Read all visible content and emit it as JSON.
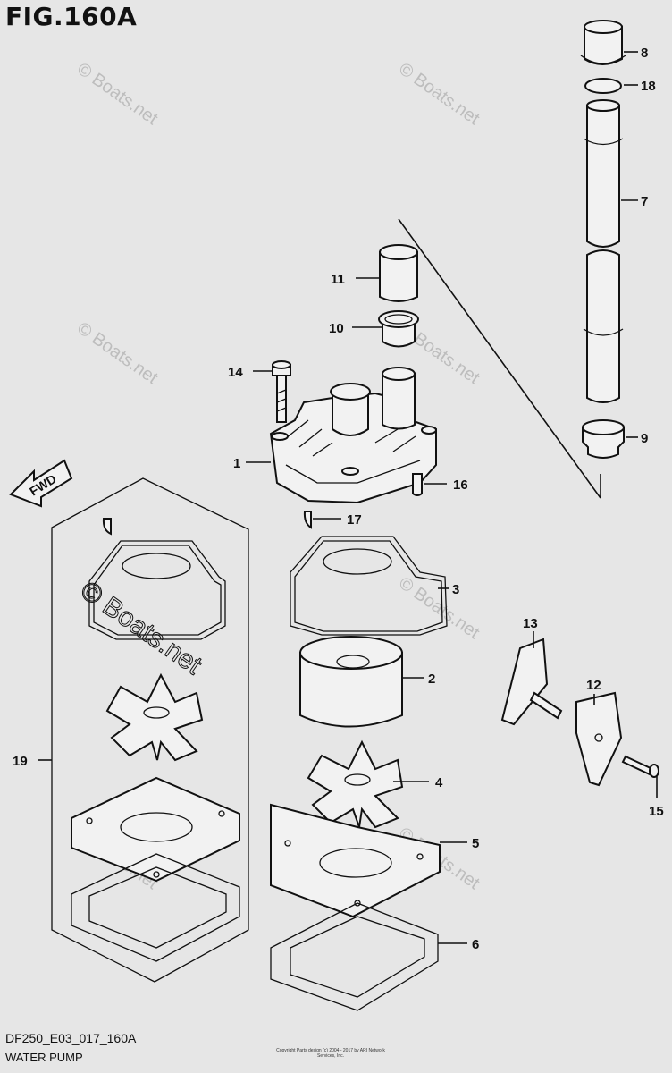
{
  "header": {
    "title": "FIG.160A"
  },
  "footer": {
    "code": "DF250_E03_017_160A",
    "name": "WATER PUMP",
    "copyright": "Copyright Parts design (c) 2004 - 2017 by ARI Network Services, Inc."
  },
  "fwd_label": "FWD",
  "watermark": "© Boats.net",
  "labels": [
    {
      "id": "label-1",
      "text": "1"
    },
    {
      "id": "label-2",
      "text": "2"
    },
    {
      "id": "label-3",
      "text": "3"
    },
    {
      "id": "label-4",
      "text": "4"
    },
    {
      "id": "label-5",
      "text": "5"
    },
    {
      "id": "label-6",
      "text": "6"
    },
    {
      "id": "label-7",
      "text": "7"
    },
    {
      "id": "label-8",
      "text": "8"
    },
    {
      "id": "label-9",
      "text": "9"
    },
    {
      "id": "label-10",
      "text": "10"
    },
    {
      "id": "label-11",
      "text": "11"
    },
    {
      "id": "label-12",
      "text": "12"
    },
    {
      "id": "label-13",
      "text": "13"
    },
    {
      "id": "label-14",
      "text": "14"
    },
    {
      "id": "label-15",
      "text": "15"
    },
    {
      "id": "label-16",
      "text": "16"
    },
    {
      "id": "label-17",
      "text": "17"
    },
    {
      "id": "label-18",
      "text": "18"
    },
    {
      "id": "label-19",
      "text": "19"
    }
  ]
}
